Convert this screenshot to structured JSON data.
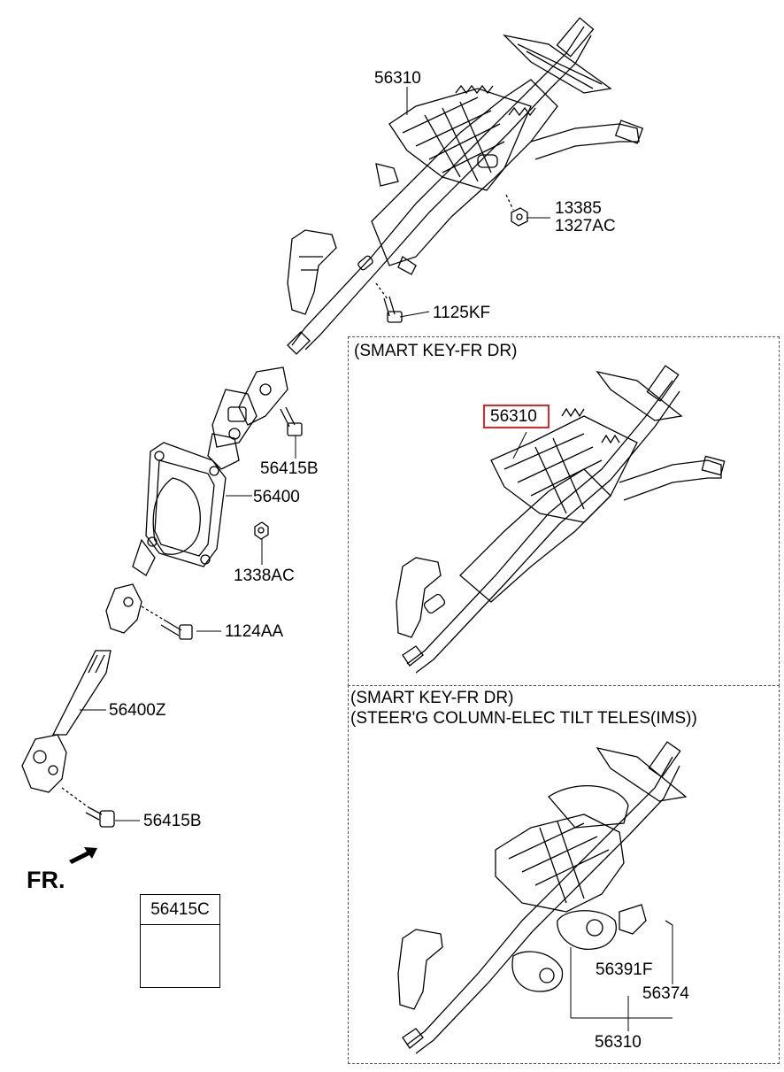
{
  "callouts": {
    "main_upper_column": "56310",
    "nut_part_a": "13385",
    "nut_part_b": "1327AC",
    "bolt_upper": "1125KF",
    "bolt_joint_upper": "56415B",
    "boot_cover": "56400",
    "nut_cover": "1338AC",
    "bolt_middle": "1124AA",
    "intermediate_shaft": "56400Z",
    "bolt_joint_lower": "56415B",
    "inset_part": "56415C",
    "smart_key_column": "56310",
    "ims_motor": "56391F",
    "ims_screw": "56374",
    "ims_column": "56310"
  },
  "sections": {
    "smart_key_title": "(SMART KEY-FR DR)",
    "ims_title_line1": "(SMART KEY-FR DR)",
    "ims_title_line2": "(STEER'G COLUMN-ELEC TILT  TELES(IMS))"
  },
  "direction_label": "FR.",
  "colors": {
    "highlight": "#e0262d",
    "line": "#000000",
    "dashed_border": "#555555"
  }
}
